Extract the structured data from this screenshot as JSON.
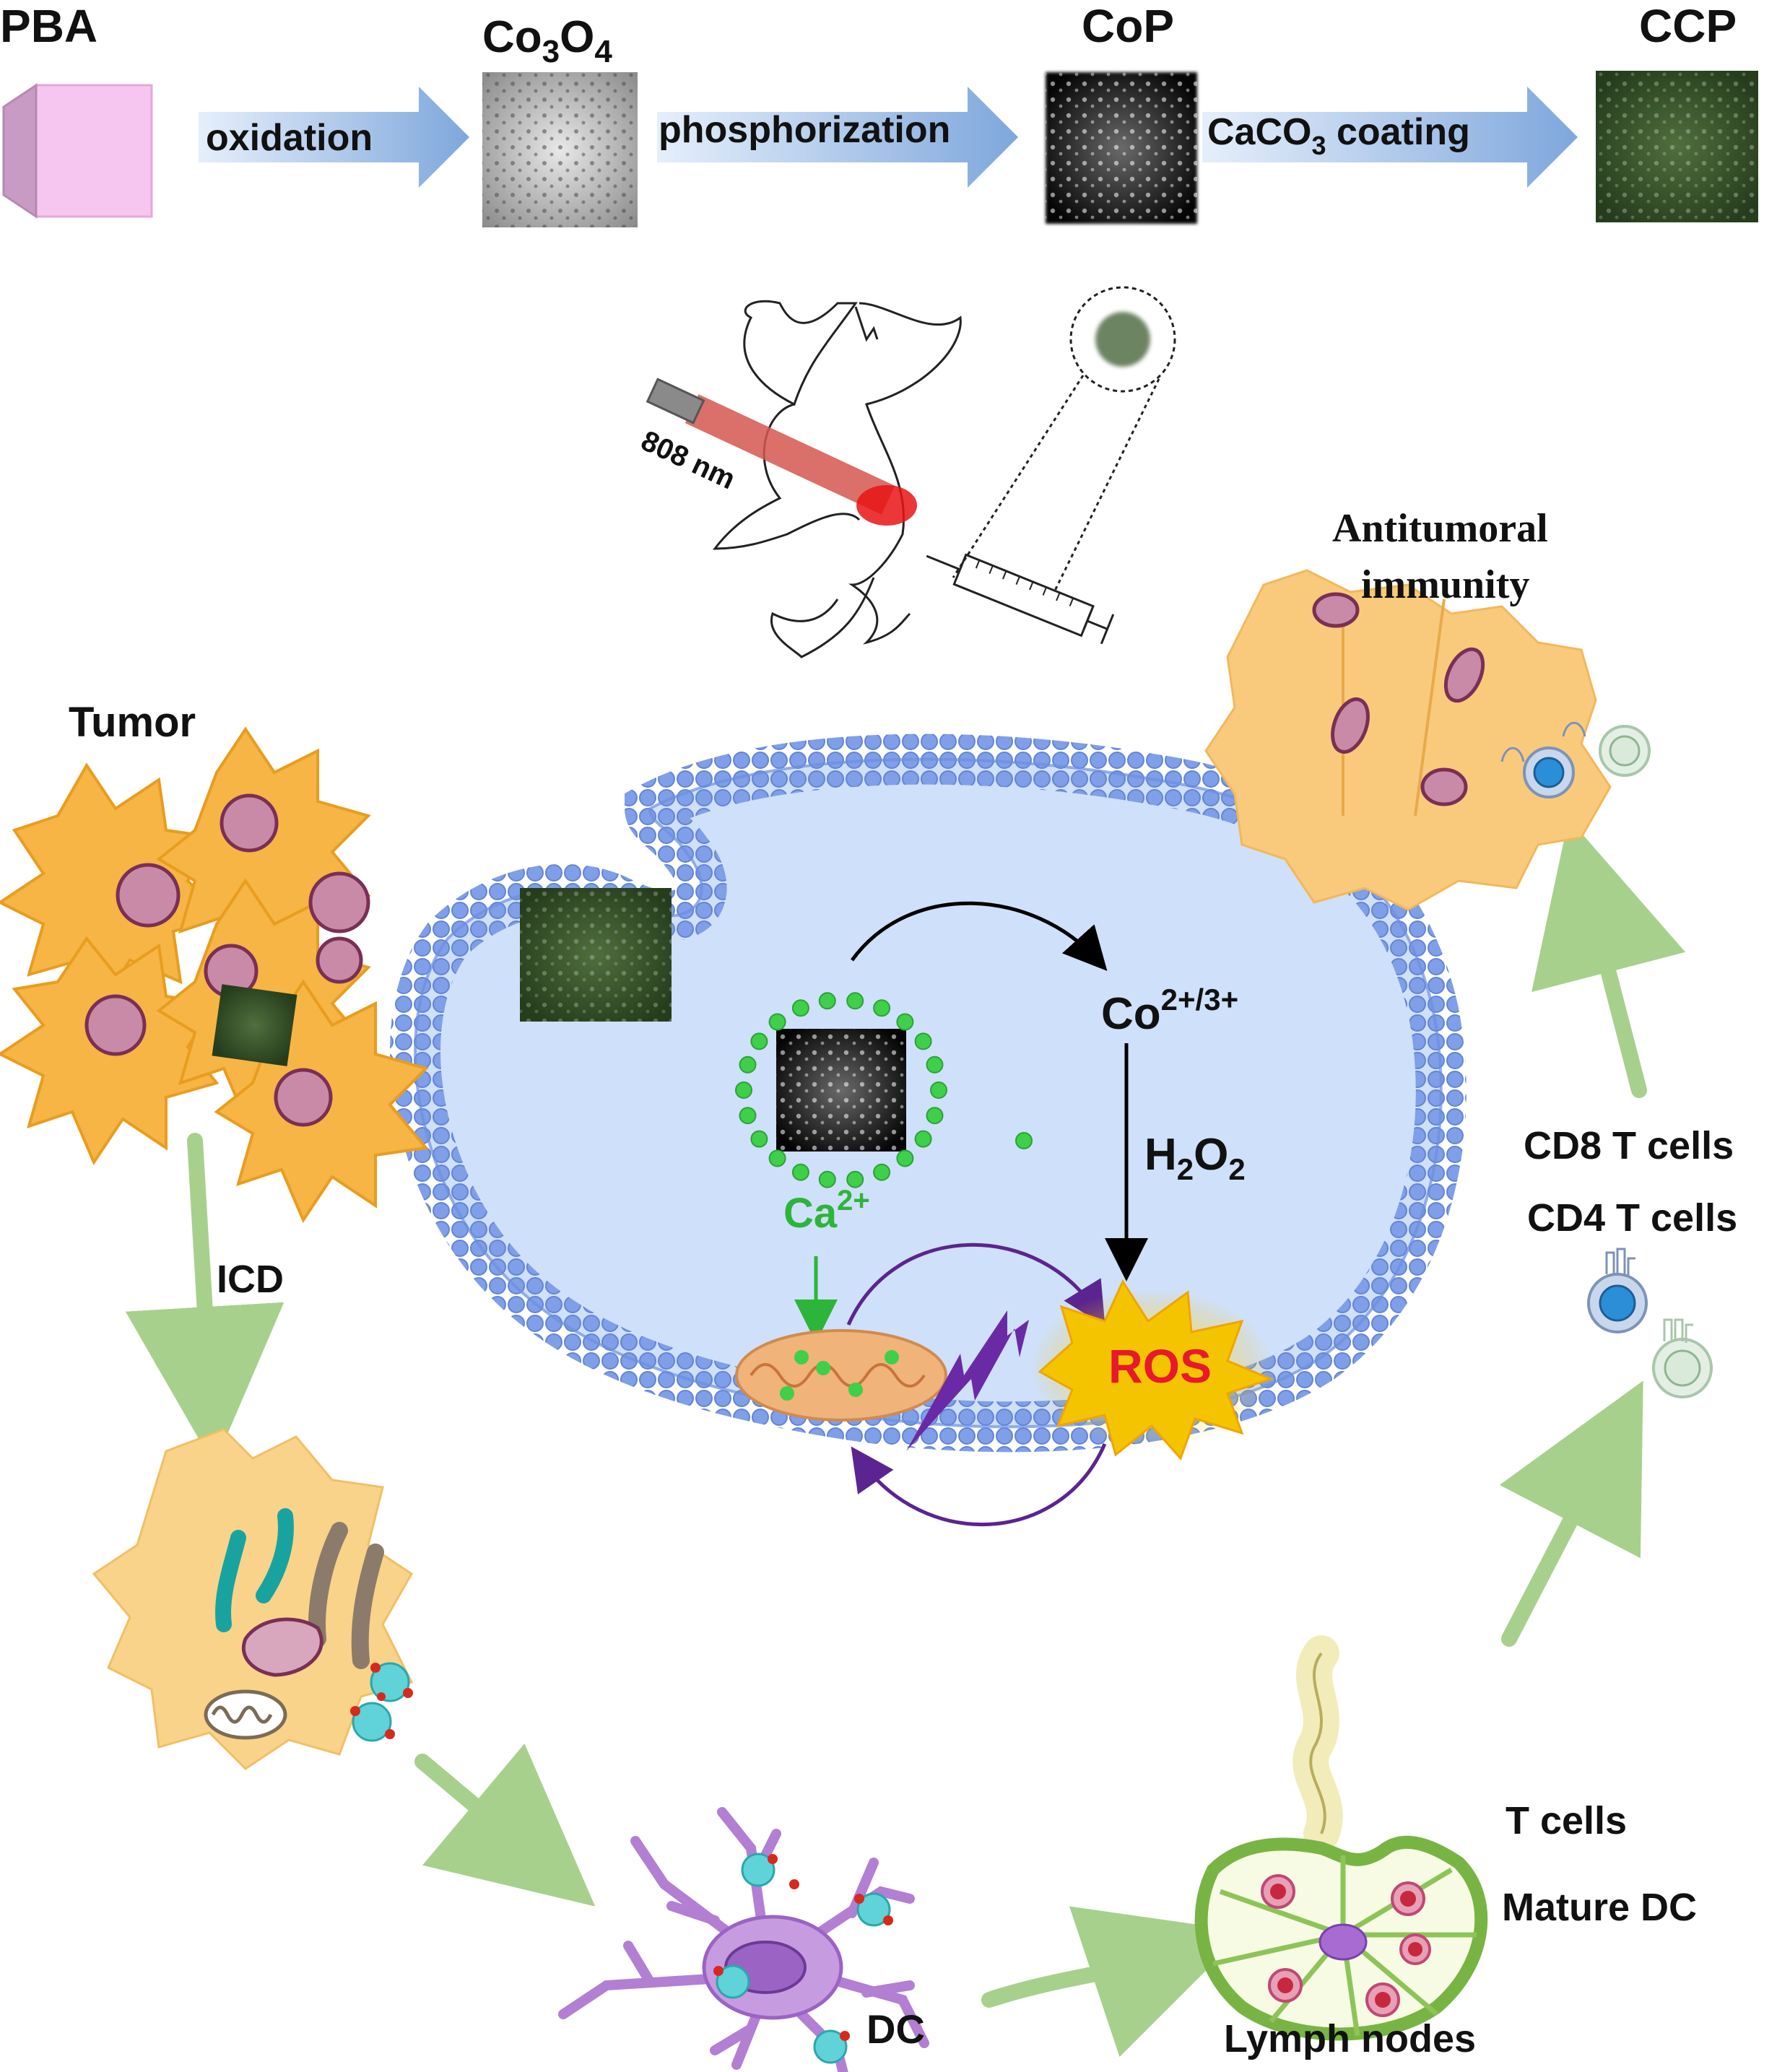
{
  "synthesis": {
    "steps": [
      {
        "label": "PBA"
      },
      {
        "label": "Co",
        "sub1": "3",
        "mid": "O",
        "sub2": "4"
      },
      {
        "label": "CoP"
      },
      {
        "label": "CCP"
      }
    ],
    "arrows": [
      {
        "label": "oxidation"
      },
      {
        "label": "phosphorization"
      },
      {
        "label": "CaCO",
        "sub": "3",
        "tail": " coating"
      }
    ]
  },
  "mouse": {
    "laser_label": "808 nm"
  },
  "cell": {
    "cobalt_label": "Co",
    "cobalt_sup": "2+/3+",
    "peroxide_label": "H",
    "peroxide_sub1": "2",
    "peroxide_mid": "O",
    "peroxide_sub2": "2",
    "calcium_label": "Ca",
    "calcium_sup": "2+",
    "ros_label": "ROS"
  },
  "cycle": {
    "tumor_label": "Tumor",
    "icd_label": "ICD",
    "dc_label": "DC",
    "lymph_label": "Lymph nodes",
    "tcells_label": "T cells",
    "mature_dc_label": "Mature DC",
    "cd8_label": "CD8 T cells",
    "cd4_label": "CD4 T cells",
    "antitumoral_line1": "Antitumoral",
    "antitumoral_line2": "immunity"
  },
  "colors": {
    "process_arrow": "#8fb3e0",
    "cycle_arrow": "#a8d08d",
    "cell_fill": "#cfe0fa",
    "membrane": "#8aa9ef",
    "tumor_cell": "#f6b544",
    "nucleus": "#c98aa8",
    "calcium_dot": "#3fcf4a",
    "ros_burst": "#f5c400",
    "ros_text": "#e8192c",
    "purple_arrow": "#5b2490",
    "ccp_green": "#2f4a24"
  }
}
